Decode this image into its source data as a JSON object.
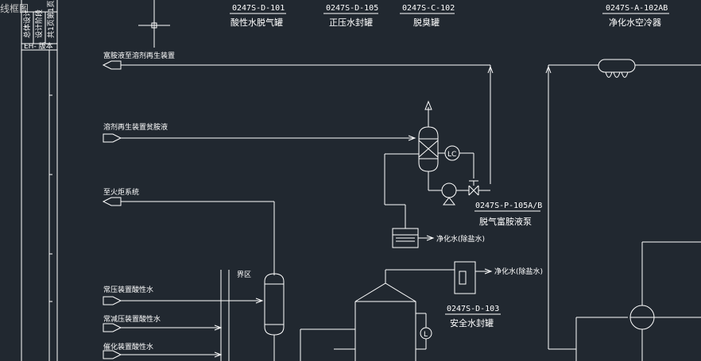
{
  "tab_title": "线框图",
  "equipment": [
    {
      "tag": "0247S-D-101",
      "name": "酸性水脱气罐"
    },
    {
      "tag": "0247S-D-105",
      "name": "正压水封罐"
    },
    {
      "tag": "0247S-C-102",
      "name": "脱臭罐"
    },
    {
      "tag": "0247S-A-102AB",
      "name": "净化水空冷器"
    },
    {
      "tag": "0247S-P-105A/B",
      "name": "脱气富胺液泵"
    },
    {
      "tag": "0247S-D-103",
      "name": "安全水封罐"
    }
  ],
  "streams": [
    {
      "label": "富胺液至溶剂再生装置"
    },
    {
      "label": "溶剂再生装置贫胺液"
    },
    {
      "label": "至火炬系统"
    },
    {
      "label": "常压装置酸性水"
    },
    {
      "label": "常减压装置酸性水"
    },
    {
      "label": "催化装置酸性水"
    }
  ],
  "annotations": {
    "battery_limit": "界区",
    "purified_water_1": "净化水(除盐水)",
    "purified_water_2": "净化水(除盐水)",
    "level_controller": "LC",
    "level_indicator": "L"
  },
  "title_block": {
    "col1": "总体设计",
    "col2": "设计阶段",
    "col3": "共1页第1页",
    "sheet": "EH- 版本"
  },
  "colors": {
    "background": "#212830",
    "line": "#ffffff"
  }
}
